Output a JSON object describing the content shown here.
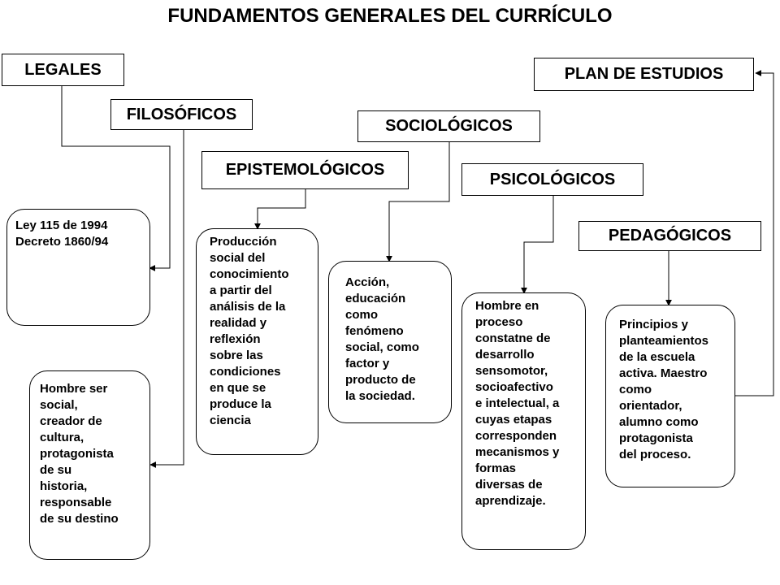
{
  "title": "FUNDAMENTOS GENERALES DEL CURRÍCULO",
  "headers": {
    "legales": "LEGALES",
    "filosoficos": "FILOSÓFICOS",
    "sociologicos": "SOCIOLÓGICOS",
    "epistemologicos": "EPISTEMOLÓGICOS",
    "psicologicos": "PSICOLÓGICOS",
    "pedagogicos": "PEDAGÓGICOS",
    "plan": "PLAN DE ESTUDIOS"
  },
  "boxes": {
    "legales": [
      "Ley 115 de 1994",
      "Decreto 1860/94"
    ],
    "filosoficos": [
      "Hombre ser",
      "social,",
      "creador de",
      "cultura,",
      "protagonista",
      "de su",
      "historia,",
      "responsable",
      "de su destino"
    ],
    "epistemologicos": [
      "Producción",
      "social del",
      "conocimiento",
      "a partir del",
      "análisis de la",
      "realidad y",
      "reflexión",
      "sobre las",
      "condiciones",
      "en que se",
      "produce la",
      "ciencia"
    ],
    "sociologicos": [
      "Acción,",
      "educación",
      "como",
      "fenómeno",
      "social, como",
      "factor y",
      "producto de",
      "la sociedad."
    ],
    "psicologicos": [
      "Hombre en",
      "proceso",
      "constatne de",
      "desarrollo",
      "sensomotor,",
      "socioafectivo",
      "e intelectual, a",
      "cuyas etapas",
      "corresponden",
      "mecanismos y",
      "formas",
      "diversas de",
      "aprendizaje."
    ],
    "pedagogicos": [
      "Principios y",
      "planteamientos",
      "de la escuela",
      "activa. Maestro",
      "como",
      "orientador,",
      "alumno como",
      "protagonista",
      "del proceso."
    ]
  }
}
